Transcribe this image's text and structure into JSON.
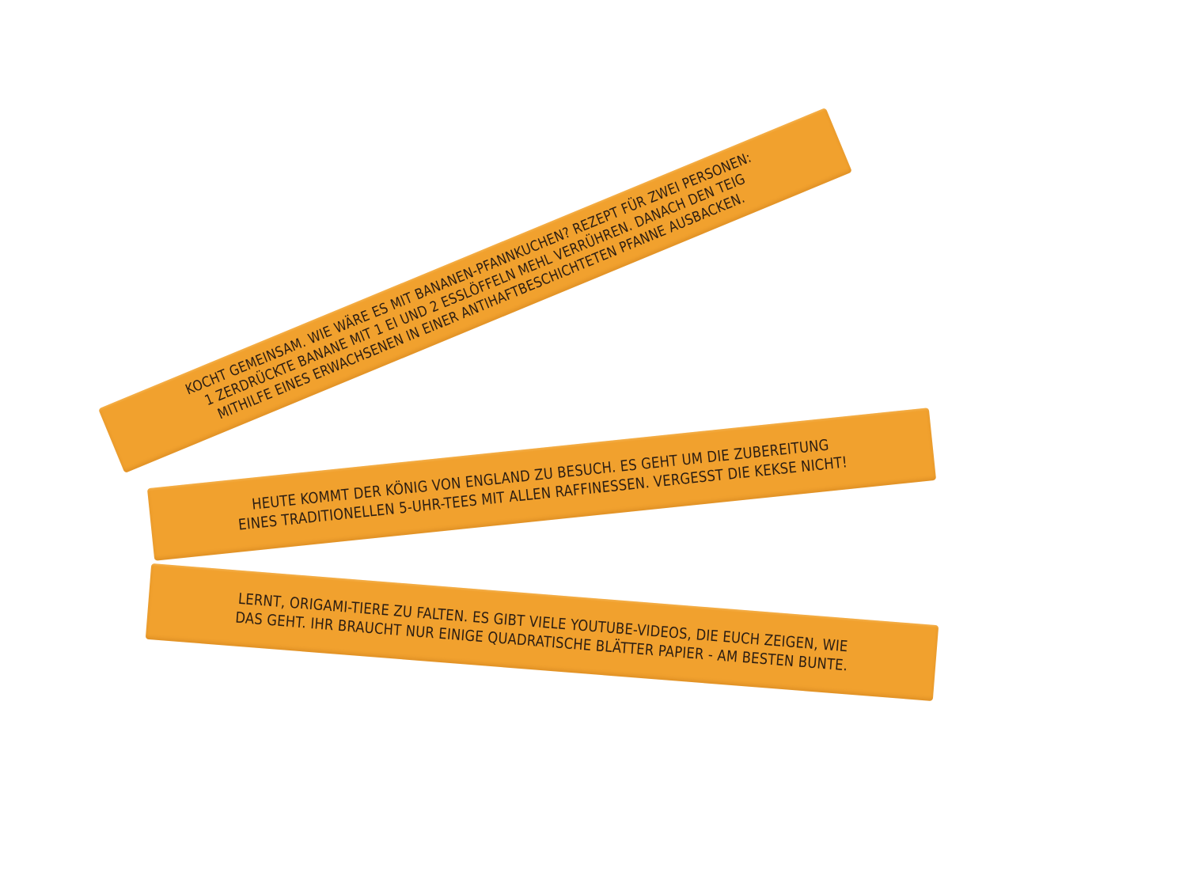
{
  "sticks": [
    {
      "lines": [
        "KOCHT GEMEINSAM. WIE WÄRE ES MIT BANANEN-PFANNKUCHEN? REZEPT FÜR ZWEI PERSONEN:",
        "1 ZERDRÜCKTE BANANE MIT 1 EI UND 2 ESSLÖFFELN MEHL VERRÜHREN. DANACH DEN TEIG",
        "MITHILFE EINES ERWACHSENEN IN EINER ANTIHAFTBESCHICHTETEN PFANNE AUSBACKEN."
      ]
    },
    {
      "lines": [
        "HEUTE KOMMT DER KÖNIG VON ENGLAND ZU BESUCH. ES GEHT UM DIE ZUBEREITUNG",
        "EINES TRADITIONELLEN 5-UHR-TEES MIT ALLEN RAFFINESSEN. VERGESST DIE KEKSE NICHT!"
      ]
    },
    {
      "lines": [
        "LERNT, ORIGAMI-TIERE ZU FALTEN. ES GIBT VIELE YOUTUBE-VIDEOS, DIE EUCH ZEIGEN, WIE",
        "DAS GEHT. IHR BRAUCHT NUR EINIGE QUADRATISCHE BLÄTTER PAPIER - AM BESTEN BUNTE."
      ]
    }
  ],
  "colors": {
    "stick": "#f1a12e",
    "text": "#2b1d12",
    "background": "#ffffff"
  }
}
